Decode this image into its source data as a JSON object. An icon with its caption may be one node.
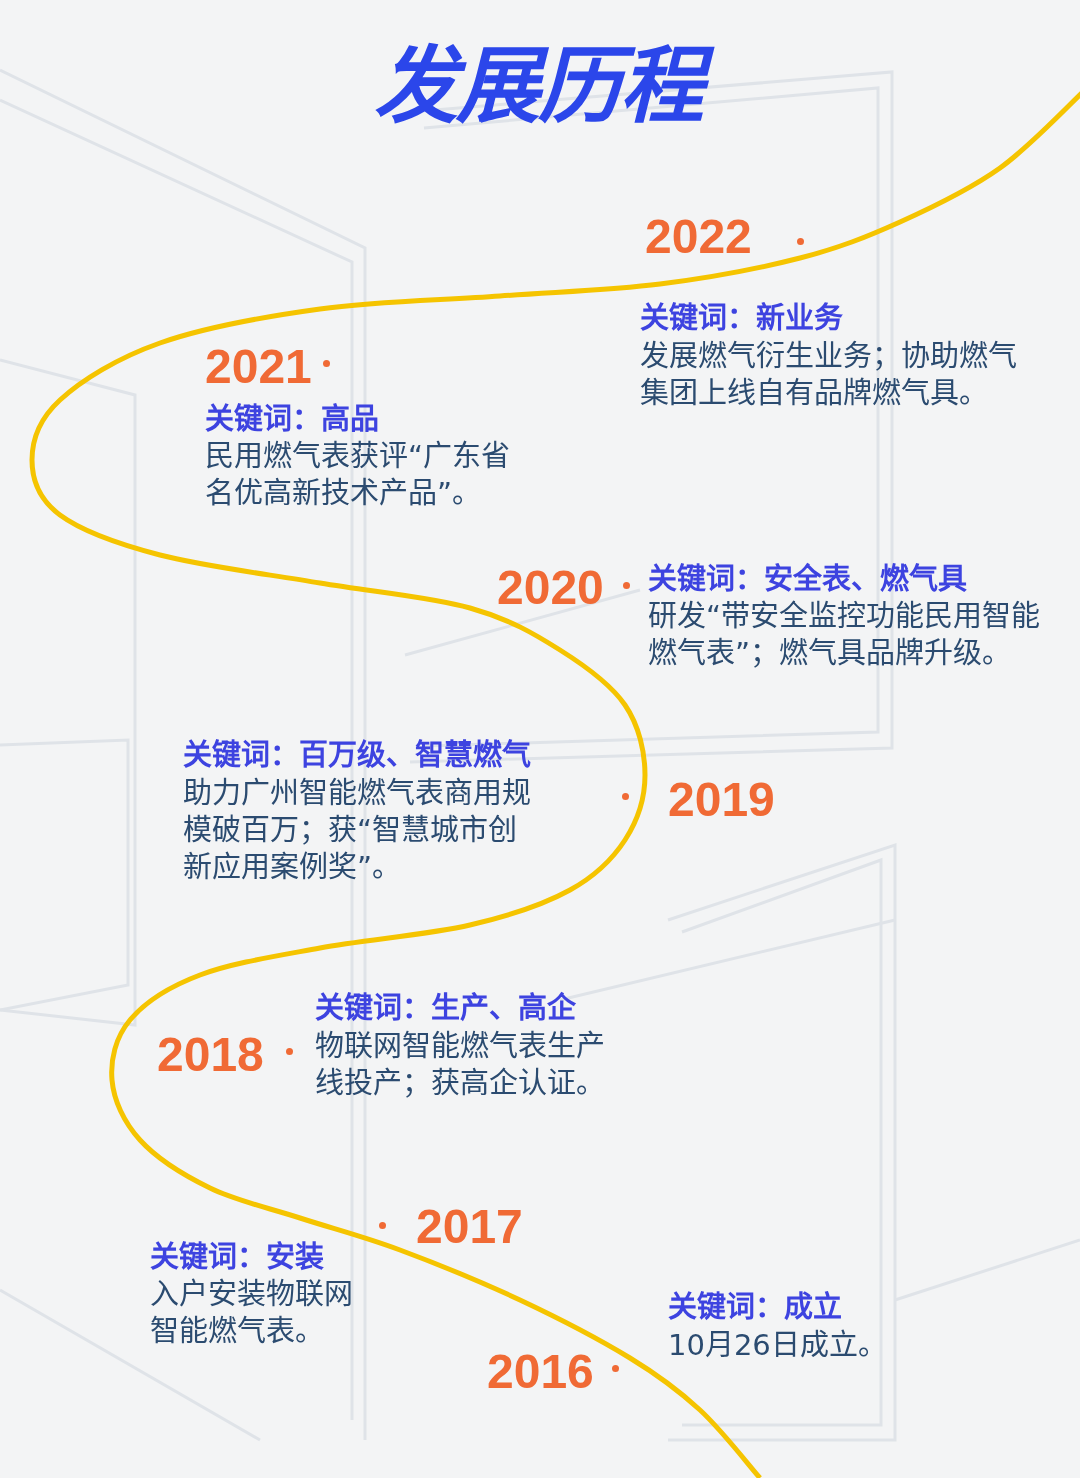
{
  "diagram": {
    "title": "发展历程",
    "labels": [
      "2022",
      "关键词：新业务",
      "发展燃气衍生业务；协助燃气集团上线自有品牌燃气具。",
      "2021",
      "关键词：高品",
      "民用燃气表获评“广东省名优高新技术产品”。",
      "2020",
      "关键词：安全表、燃气具",
      "研发“带安全监控功能民用智能燃气表”；燃气具品牌升级。",
      "2019",
      "关键词：百万级、智慧燃气",
      "助力广州智能燃气表商用规模破百万；获“智慧城市创新应用案例奖”。",
      "2018",
      "关键词：生产、高企",
      "物联网智能燃气表生产线投产；获高企认证。",
      "2017",
      "关键词：安装",
      "入户安装物联网智能燃气表。",
      "2016",
      "关键词：成立",
      "10月26日成立。"
    ]
  }
}
